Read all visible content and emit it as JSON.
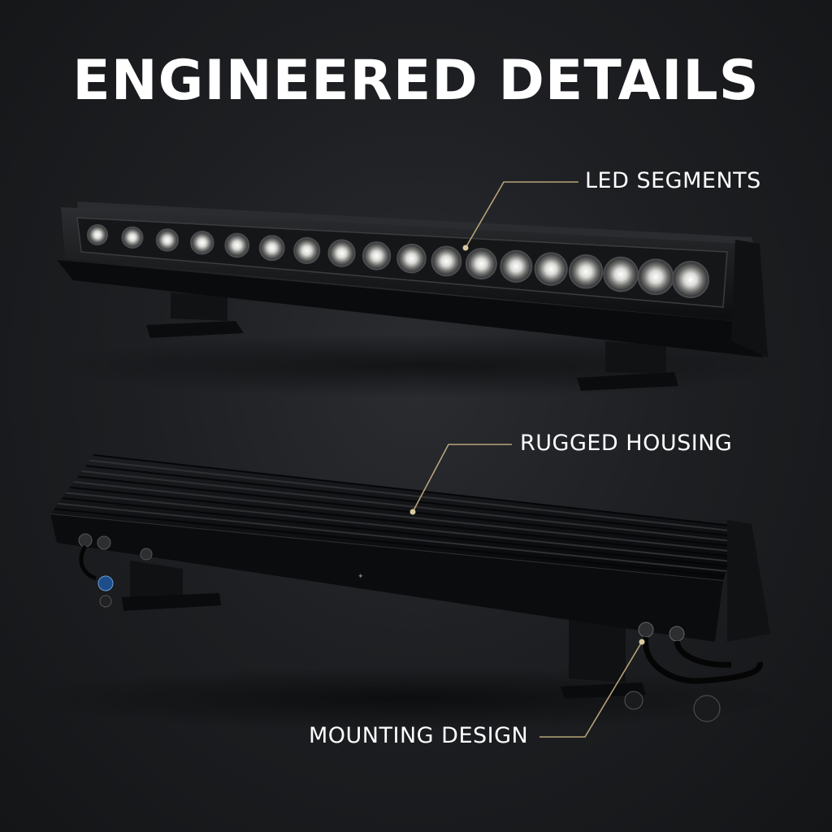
{
  "title": "ENGINEERED DETAILS",
  "callouts": {
    "led_segments": "LED SEGMENTS",
    "rugged_housing": "RUGGED HOUSING",
    "mounting_design": "MOUNTING DESIGN"
  },
  "top_bar": {
    "led_count": 18
  },
  "colors": {
    "background": "#1d1f22",
    "callout_line": "#b8a37a",
    "housing": "#0c0d0e",
    "led_glow": "#f2f2f0"
  },
  "icons": [
    "logo-mark-icon",
    "connector-icon",
    "cable-icon"
  ]
}
